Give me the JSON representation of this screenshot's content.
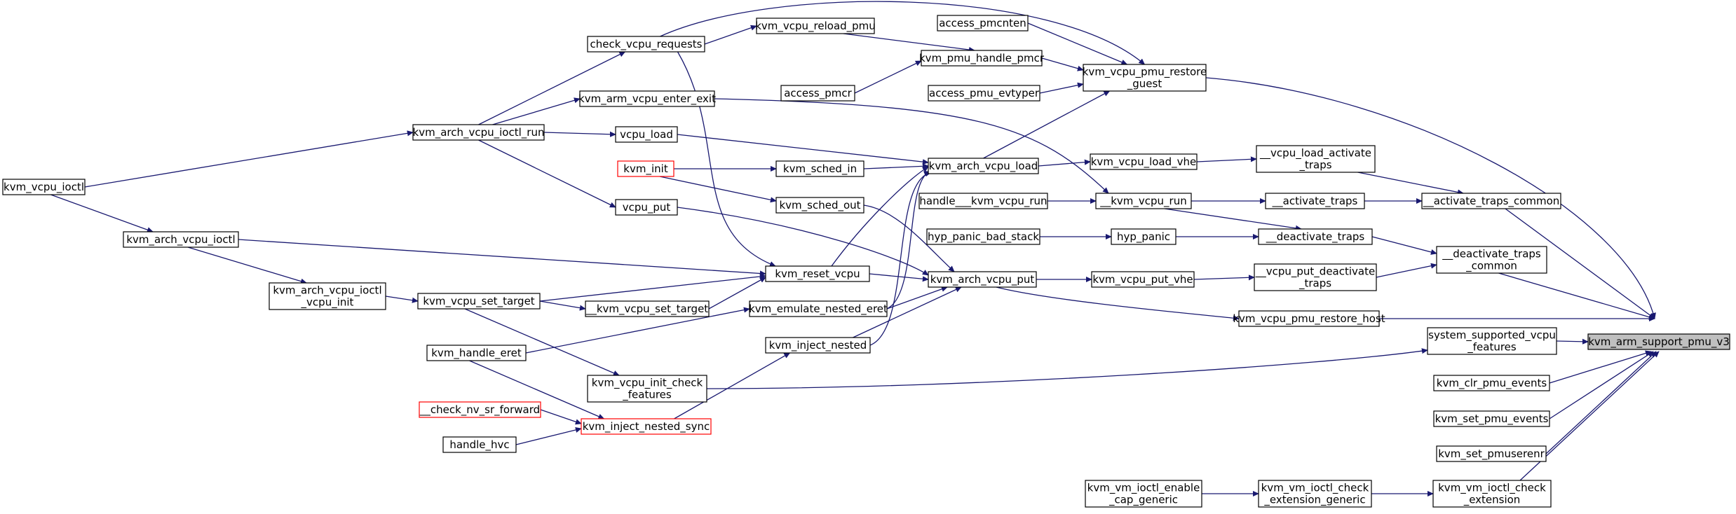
{
  "colors": {
    "edge": "#191970",
    "node_border": "#000000",
    "node_border_highlight": "#ff0000",
    "root_fill": "#bfbfbf",
    "background": "#ffffff"
  },
  "nodes": {
    "root": [
      "kvm_arm_support_pmu_v3"
    ],
    "vcpu_pmu_restore_guest": [
      "kvm_vcpu_pmu_restore",
      "_guest"
    ],
    "vcpu_pmu_restore_host": [
      "kvm_vcpu_pmu_restore_host"
    ],
    "system_supported_vcpu_features": [
      "system_supported_vcpu",
      "_features"
    ],
    "clr_pmu_events": [
      "kvm_clr_pmu_events"
    ],
    "set_pmu_events": [
      "kvm_set_pmu_events"
    ],
    "set_pmuserenr": [
      "kvm_set_pmuserenr"
    ],
    "vm_ioctl_check_extension": [
      "kvm_vm_ioctl_check",
      "_extension"
    ],
    "vm_ioctl_check_extension_generic": [
      "kvm_vm_ioctl_check",
      "_extension_generic"
    ],
    "vm_ioctl_enable_cap_generic": [
      "kvm_vm_ioctl_enable",
      "_cap_generic"
    ],
    "activate_traps_common": [
      "__activate_traps_common"
    ],
    "deactivate_traps_common": [
      "__deactivate_traps",
      "_common"
    ],
    "vcpu_load_activate_traps": [
      "__vcpu_load_activate",
      "_traps"
    ],
    "activate_traps": [
      "__activate_traps"
    ],
    "deactivate_traps": [
      "__deactivate_traps"
    ],
    "vcpu_put_deactivate_traps": [
      "__vcpu_put_deactivate",
      "_traps"
    ],
    "vcpu_load_vhe": [
      "kvm_vcpu_load_vhe"
    ],
    "vcpu_run_hyp": [
      "__kvm_vcpu_run"
    ],
    "hyp_panic": [
      "hyp_panic"
    ],
    "vcpu_put_vhe": [
      "kvm_vcpu_put_vhe"
    ],
    "handle_kvm_vcpu_run": [
      "handle___kvm_vcpu_run"
    ],
    "hyp_panic_bad_stack": [
      "hyp_panic_bad_stack"
    ],
    "arch_vcpu_load": [
      "kvm_arch_vcpu_load"
    ],
    "arch_vcpu_put": [
      "kvm_arch_vcpu_put"
    ],
    "access_pmcnten": [
      "access_pmcnten"
    ],
    "pmu_handle_pmcr": [
      "kvm_pmu_handle_pmcr"
    ],
    "access_pmcr": [
      "access_pmcr"
    ],
    "access_pmu_evtyper": [
      "access_pmu_evtyper"
    ],
    "vcpu_reload_pmu": [
      "kvm_vcpu_reload_pmu"
    ],
    "check_vcpu_requests": [
      "check_vcpu_requests"
    ],
    "arm_vcpu_enter_exit": [
      "kvm_arm_vcpu_enter_exit"
    ],
    "vcpu_load": [
      "vcpu_load"
    ],
    "kvm_init": [
      "kvm_init"
    ],
    "sched_in": [
      "kvm_sched_in"
    ],
    "sched_out": [
      "kvm_sched_out"
    ],
    "vcpu_put": [
      "vcpu_put"
    ],
    "reset_vcpu": [
      "kvm_reset_vcpu"
    ],
    "vcpu_set_target_internal": [
      "__kvm_vcpu_set_target"
    ],
    "emulate_nested_eret": [
      "kvm_emulate_nested_eret"
    ],
    "inject_nested": [
      "kvm_inject_nested"
    ],
    "vcpu_init_check_features": [
      "kvm_vcpu_init_check",
      "_features"
    ],
    "inject_nested_sync": [
      "kvm_inject_nested_sync"
    ],
    "check_nv_sr_forward": [
      "__check_nv_sr_forward"
    ],
    "handle_hvc": [
      "handle_hvc"
    ],
    "handle_eret": [
      "kvm_handle_eret"
    ],
    "vcpu_set_target": [
      "kvm_vcpu_set_target"
    ],
    "arch_vcpu_ioctl_vcpu_init": [
      "kvm_arch_vcpu_ioctl",
      "_vcpu_init"
    ],
    "arch_vcpu_ioctl": [
      "kvm_arch_vcpu_ioctl"
    ],
    "arch_vcpu_ioctl_run": [
      "kvm_arch_vcpu_ioctl_run"
    ],
    "vcpu_ioctl": [
      "kvm_vcpu_ioctl"
    ]
  }
}
